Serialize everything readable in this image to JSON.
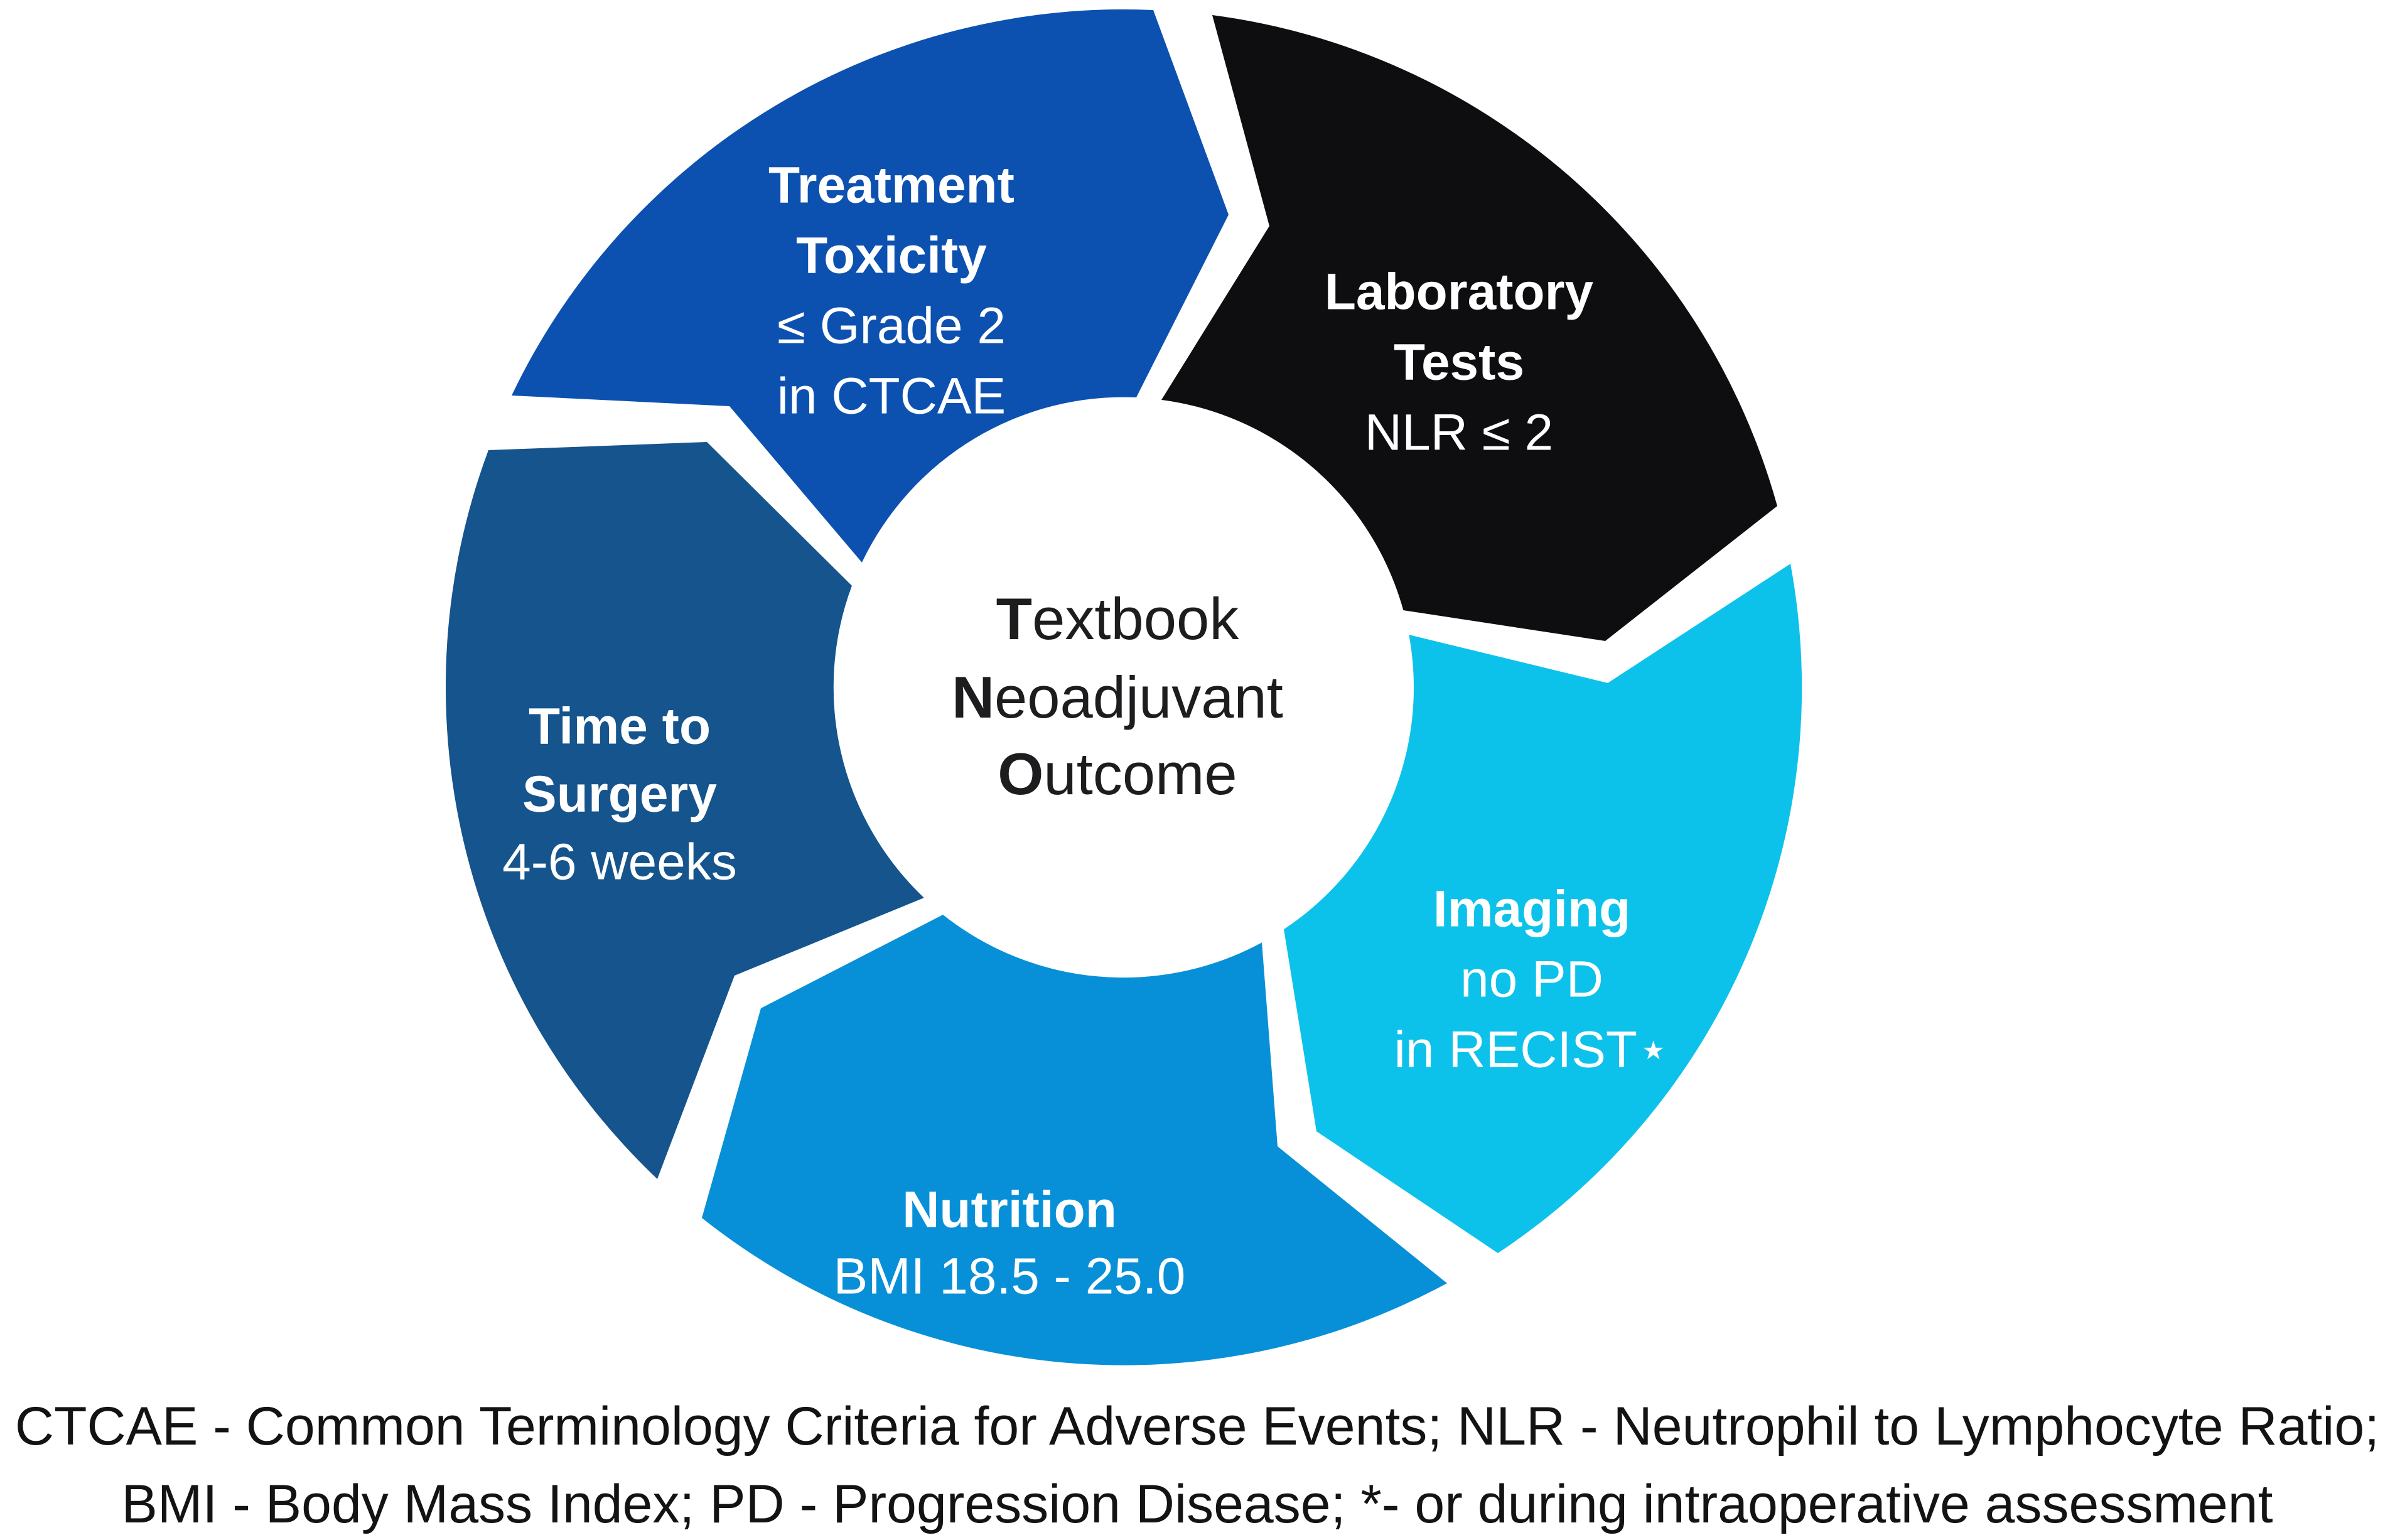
{
  "diagram": {
    "title_semantic": "Textbook Neoadjuvant Outcome cycle diagram",
    "center": {
      "bg_color": "#ffffff",
      "text_color": "#1d1d1f",
      "lines": [
        {
          "lead": "T",
          "rest": "extbook"
        },
        {
          "lead": "N",
          "rest": "eoadjuvant"
        },
        {
          "lead": "O",
          "rest": "utcome"
        }
      ]
    },
    "segments": [
      {
        "id": "treatment-toxicity",
        "color": "#0d51b0",
        "text_color": "#ffffff",
        "title_lines": [
          "Treatment",
          "Toxicity"
        ],
        "detail_lines": [
          "≤ Grade 2",
          "in CTCAE"
        ]
      },
      {
        "id": "laboratory-tests",
        "color": "#0e0e11",
        "text_color": "#ffffff",
        "title_lines": [
          "Laboratory",
          "Tests"
        ],
        "detail_lines": [
          "NLR ≤ 2"
        ]
      },
      {
        "id": "imaging",
        "color": "#0cc2ea",
        "text_color": "#ffffff",
        "title_lines": [
          "Imaging"
        ],
        "detail_lines": [
          "no PD",
          "in RECIST⋆"
        ]
      },
      {
        "id": "nutrition",
        "color": "#0790d7",
        "text_color": "#ffffff",
        "title_lines": [
          "Nutrition"
        ],
        "detail_lines": [
          "BMI 18.5 - 25.0"
        ]
      },
      {
        "id": "time-to-surgery",
        "color": "#15548c",
        "text_color": "#ffffff",
        "title_lines": [
          "Time to",
          "Surgery"
        ],
        "detail_lines": [
          "4-6 weeks"
        ]
      }
    ]
  },
  "footnote": {
    "color": "#131313",
    "lines": [
      "CTCAE - Common Terminology Criteria for Adverse Events; NLR - Neutrophil to Lymphocyte Ratio;",
      "BMI - Body Mass Index; PD - Progression Disease; *- or during intraoperative assessment"
    ]
  }
}
